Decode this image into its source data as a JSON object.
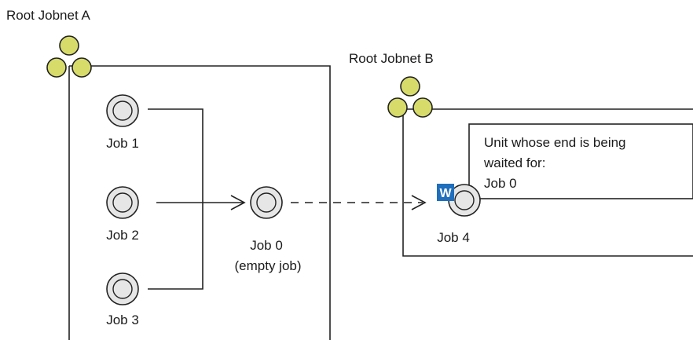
{
  "jobnet_a": {
    "label": "Root Jobnet A"
  },
  "jobnet_b": {
    "label": "Root Jobnet B"
  },
  "jobs": {
    "job1": "Job 1",
    "job2": "Job 2",
    "job3": "Job 3",
    "job0_line1": "Job 0",
    "job0_line2": "(empty job)",
    "job4": "Job 4"
  },
  "note": {
    "line1": "Unit whose end is being",
    "line2": "waited for:",
    "line3": "Job 0"
  },
  "badge": {
    "text": "W",
    "color": "#1f6fbd"
  },
  "colors": {
    "jobnet_icon": "#d6db6a",
    "job_fill": "#e6e6e6",
    "line": "#222222"
  }
}
